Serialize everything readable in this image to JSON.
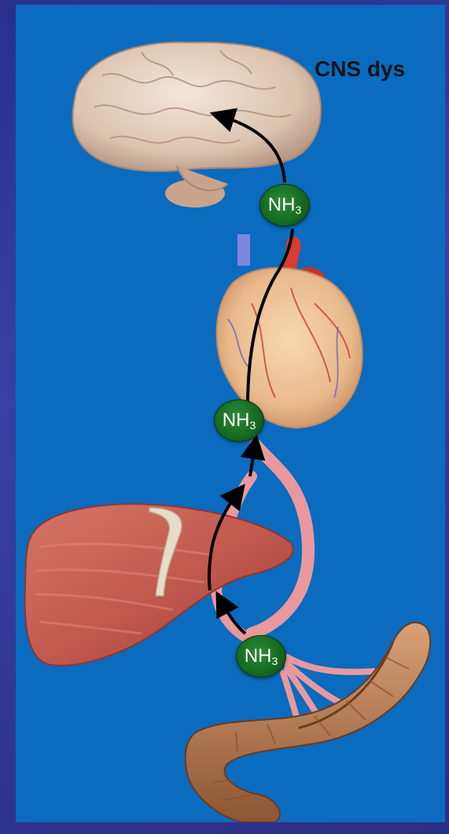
{
  "caption": "CNS dys",
  "molecule": {
    "base": "NH",
    "subscript": "3"
  },
  "organs": [
    "brain-icon",
    "heart-icon",
    "liver-icon",
    "intestine-icon"
  ],
  "colors": {
    "background": "#0a6bbf",
    "frame": "#2f3496",
    "marker": "#156b22",
    "vessel": "#e9999d",
    "arrow": "#000000"
  }
}
